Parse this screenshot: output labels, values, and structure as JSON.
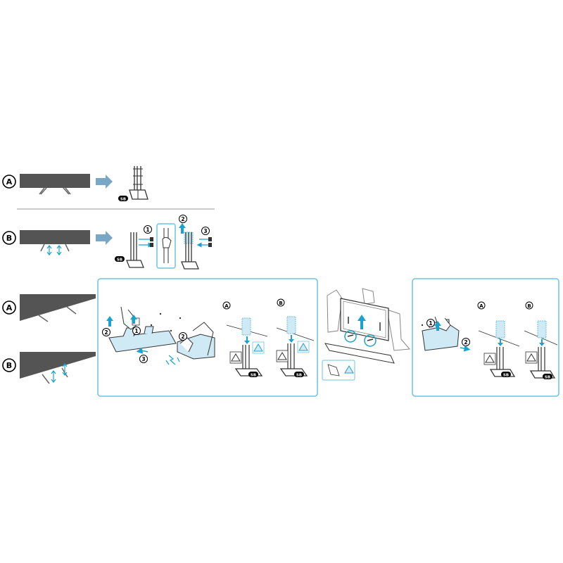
{
  "options": {
    "a": "A",
    "b": "B"
  },
  "steps": {
    "one": "1",
    "two": "2",
    "three": "3"
  },
  "part_code": "SB",
  "colors": {
    "tv_body": "#545454",
    "arrow_blue": "#7ba7c7",
    "panel_border": "#6cc4e0",
    "accent_cyan": "#1ba3cf",
    "highlight_fill": "#cfeaf5",
    "stand_dark": "#333333",
    "line_gray": "#999999"
  },
  "icons": {
    "warning": "warning-triangle-icon",
    "note": "note-triangle-icon",
    "screw": "screw-icon"
  }
}
